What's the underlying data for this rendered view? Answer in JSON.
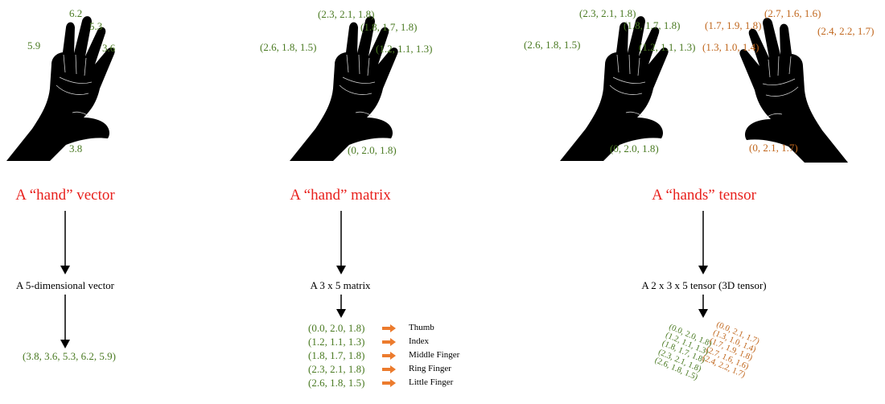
{
  "colors": {
    "green": "#4a7a22",
    "orange": "#c0661c",
    "red": "#e8201c",
    "arrow_orange": "#ec7b2d",
    "hand": "#000000"
  },
  "panels": {
    "vector": {
      "finger_labels": [
        "6.2",
        "5.3",
        "5.9",
        "3.6",
        "3.8"
      ],
      "title": "A “hand” vector",
      "caption": "A 5-dimensional vector",
      "result": "(3.8, 3.6, 5.3, 6.2, 5.9)"
    },
    "matrix": {
      "finger_labels": [
        "(2.3, 2.1, 1.8)",
        "(1.8, 1.7, 1.8)",
        "(2.6, 1.8, 1.5)",
        "(1.2, 1.1, 1.3)",
        "(0, 2.0, 1.8)"
      ],
      "title": "A “hand” matrix",
      "caption": "A 3 x 5 matrix",
      "rows": [
        {
          "value": "(0.0, 2.0, 1.8)",
          "finger": "Thumb"
        },
        {
          "value": "(1.2, 1.1, 1.3)",
          "finger": "Index"
        },
        {
          "value": "(1.8, 1.7, 1.8)",
          "finger": "Middle Finger"
        },
        {
          "value": "(2.3, 2.1, 1.8)",
          "finger": "Ring Finger"
        },
        {
          "value": "(2.6, 1.8, 1.5)",
          "finger": "Little Finger"
        }
      ]
    },
    "tensor": {
      "left_labels": [
        "(2.3, 2.1, 1.8)",
        "(1.8, 1.7, 1.8)",
        "(2.6, 1.8, 1.5)",
        "(1.2, 1.1, 1.3)",
        "(0, 2.0, 1.8)"
      ],
      "right_labels": [
        "(2.7, 1.6, 1.6)",
        "(1.7, 1.9, 1.8)",
        "(2.4, 2.2, 1.7)",
        "(1.3, 1.0, 1.4)",
        "(0, 2.1, 1.7)"
      ],
      "title": "A “hands” tensor",
      "caption": "A 2 x 3 x 5 tensor (3D tensor)",
      "stack_green": [
        "(0.0, 2.0, 1.8)",
        "(1.2, 1.1, 1.3)",
        "(1.8, 1.7, 1.8)",
        "(2.3, 2.1, 1.8)",
        "(2.6, 1.8, 1.5)"
      ],
      "stack_orange": [
        "(0.0, 2.1, 1.7)",
        "(1.3, 1.0, 1.4)",
        "(1.7, 1.9, 1.8)",
        "(2.7, 1.6, 1.6)",
        "(2.4, 2.2, 1.7)"
      ]
    }
  }
}
